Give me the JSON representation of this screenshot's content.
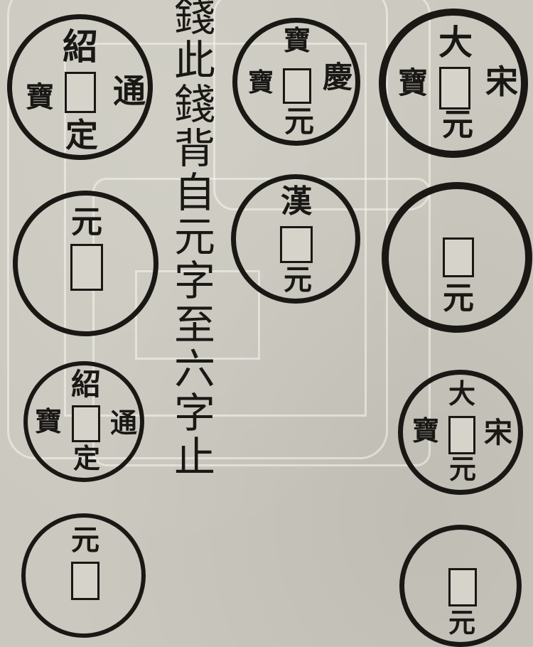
{
  "inscription": "錢此錢背自元字至六字止",
  "coins": {
    "shaoding_1": {
      "top": "紹",
      "right": "通",
      "bottom": "定",
      "left": "寶"
    },
    "qingyuan": {
      "top": "寶",
      "right": "慶",
      "bottom": "元",
      "left": "寶"
    },
    "songyuan_1": {
      "top": "大",
      "right": "宋",
      "bottom": "元",
      "left": "寶"
    },
    "back_1": {
      "top": "元"
    },
    "hanyuan": {
      "top": "漢",
      "bottom": "元"
    },
    "back_2": {
      "bottom": "元"
    },
    "shaoding_2": {
      "top": "紹",
      "right": "通",
      "bottom": "定",
      "left": "寶"
    },
    "songyuan_2": {
      "top": "大",
      "right": "宋",
      "bottom": "元",
      "left": "寶"
    },
    "back_3": {
      "top": "元"
    },
    "back_4": {
      "bottom": "元"
    }
  }
}
